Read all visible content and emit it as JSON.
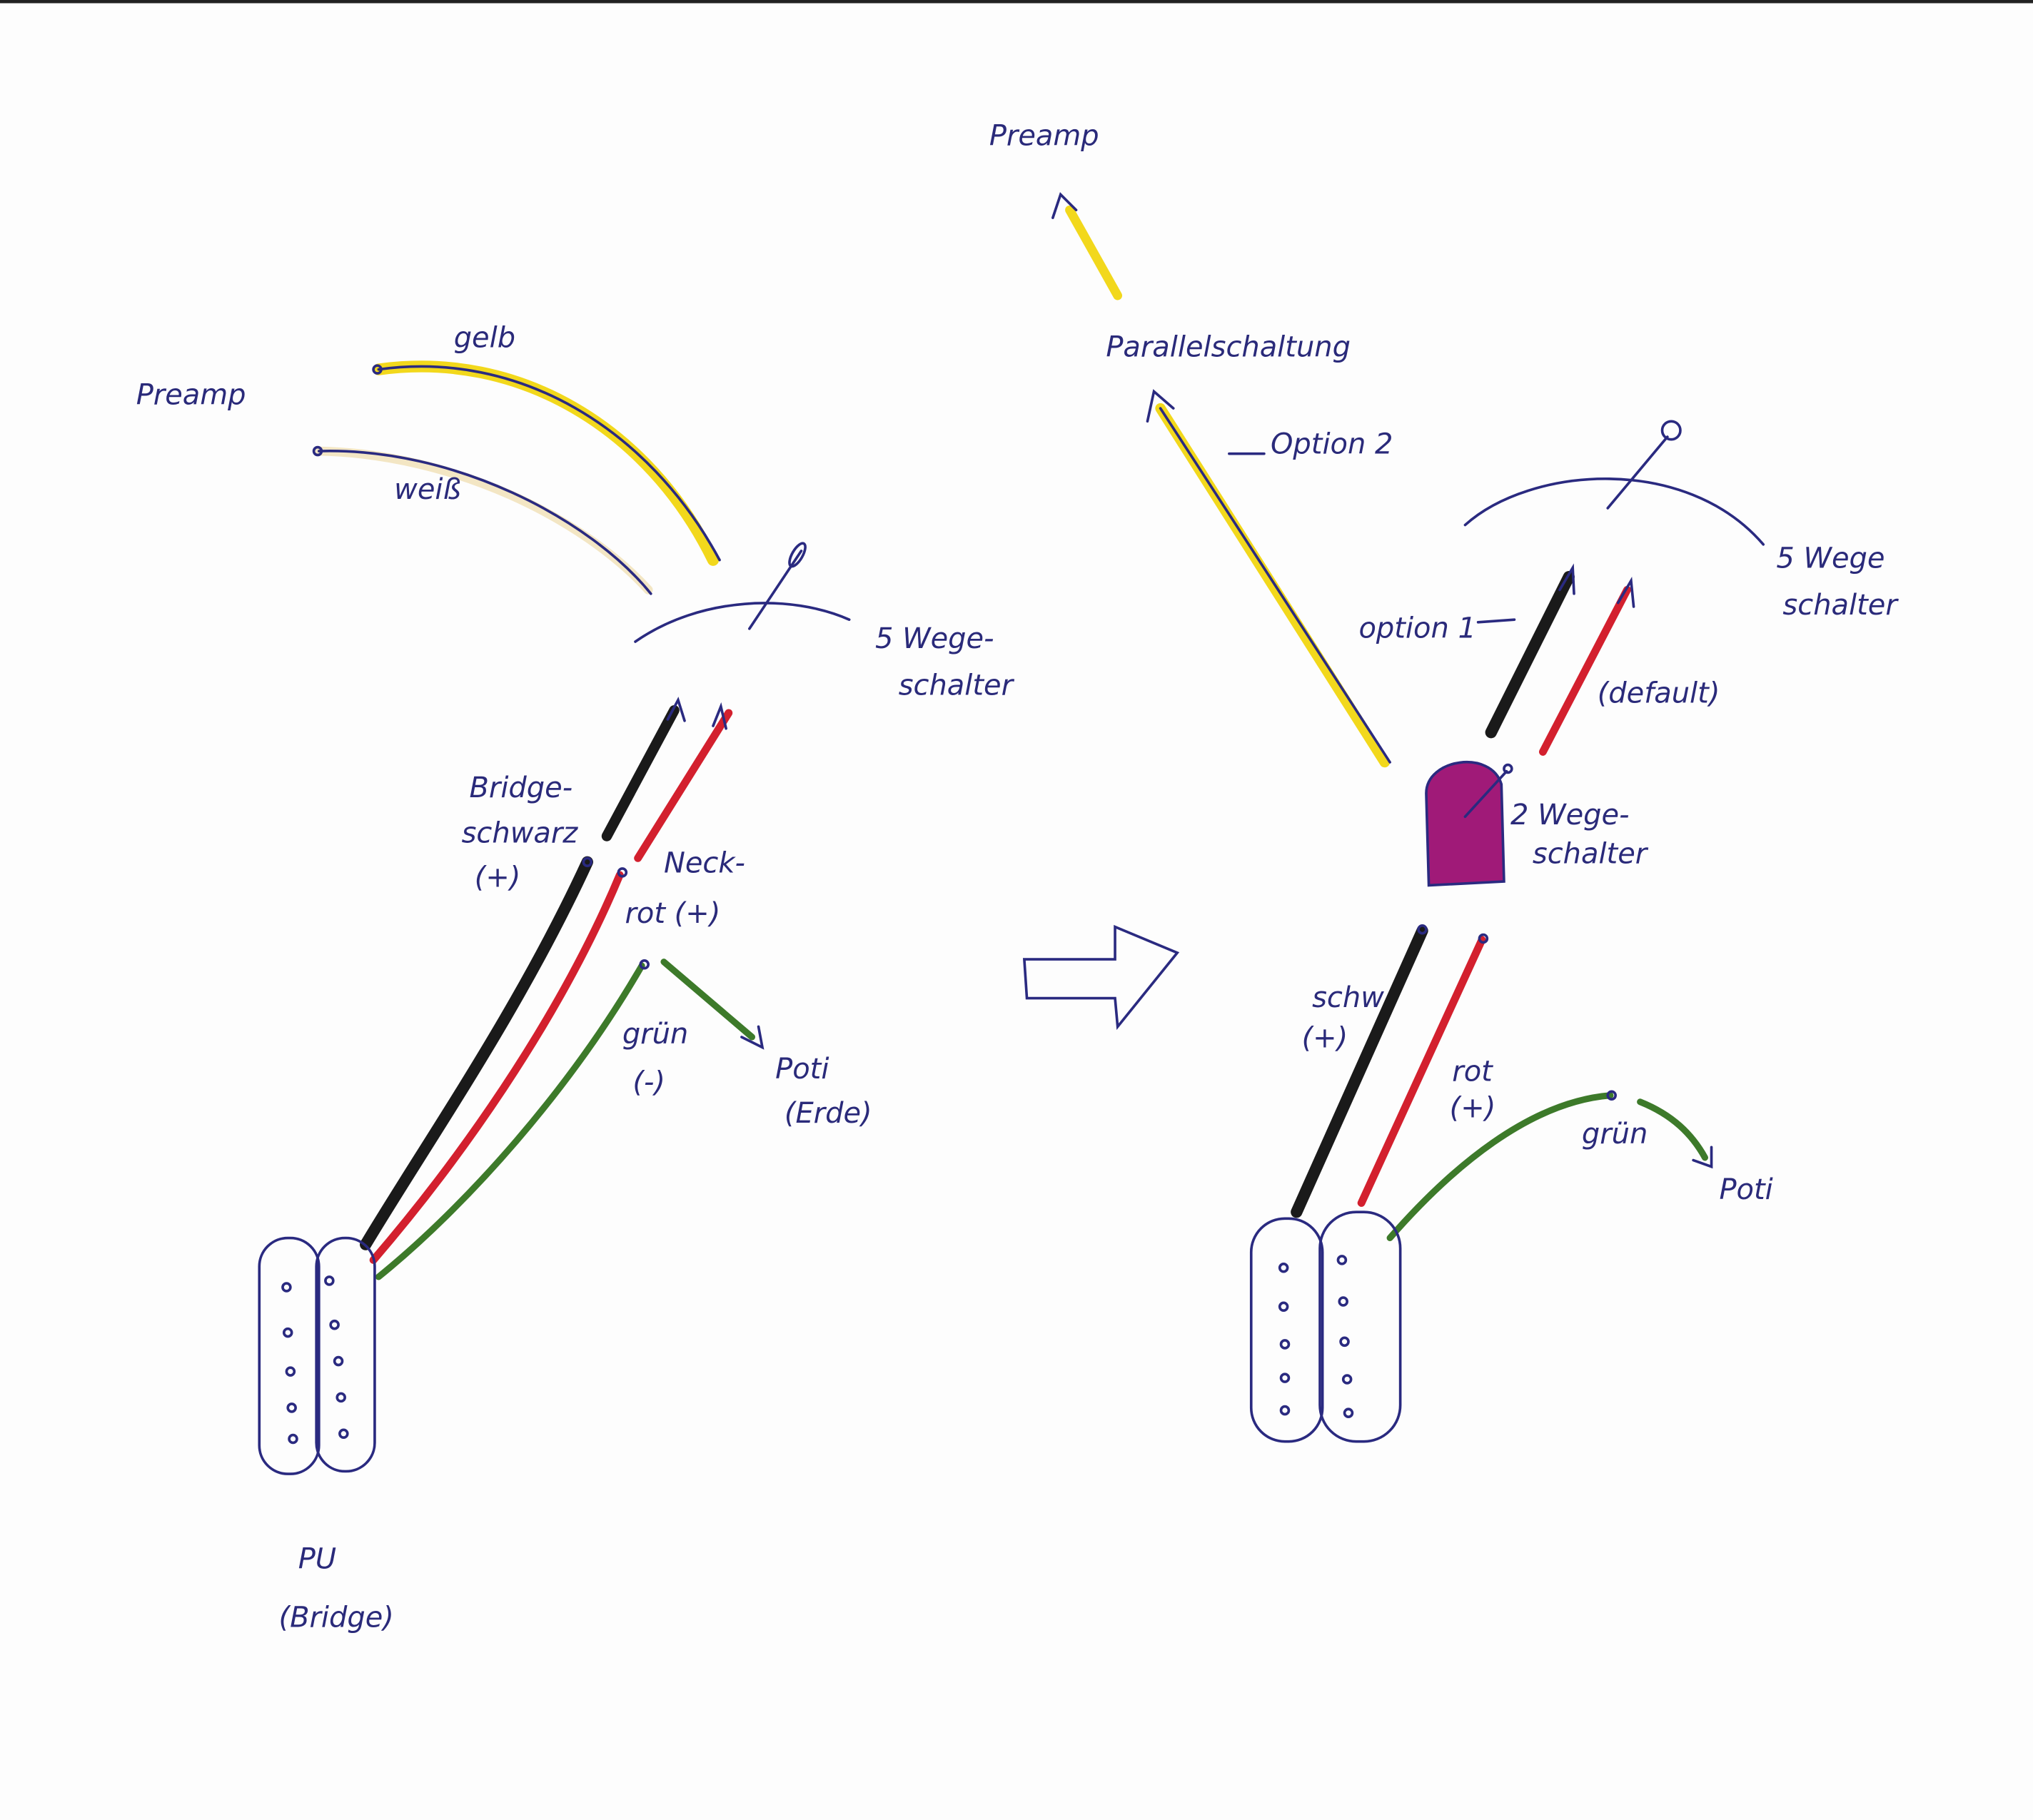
{
  "colors": {
    "ink": "#2a2a80",
    "yellow": "#f2d81c",
    "white_wire": "#f3e6c4",
    "black": "#1a1a1a",
    "red": "#d3202e",
    "green": "#3d7a2a",
    "two_way_switch": "#a01a78"
  },
  "left": {
    "preamp": "Preamp",
    "gelb": "gelb",
    "weiss": "weiß",
    "switch_line1": "5 Wege-",
    "switch_line2": "schalter",
    "bridge_line1": "Bridge-",
    "bridge_line2": "schwarz",
    "bridge_line3": "(+)",
    "neck_line1": "Neck-",
    "neck_line2": "rot (+)",
    "gruen_line1": "grün",
    "gruen_line2": "(-)",
    "poti_line1": "Poti",
    "poti_line2": "(Erde)",
    "pu_line1": "PU",
    "pu_line2": "(Bridge)"
  },
  "right": {
    "preamp": "Preamp",
    "parallel": "Parallelschaltung",
    "option2": "Option 2",
    "option1": "option 1",
    "switch_line1": "5 Wege",
    "switch_line2": "schalter",
    "default": "(default)",
    "two_way_line1": "2 Wege-",
    "two_way_line2": "schalter",
    "schw_line1": "schw",
    "schw_line2": "(+)",
    "rot_line1": "rot",
    "rot_line2": "(+)",
    "gruen": "grün",
    "poti": "Poti"
  }
}
